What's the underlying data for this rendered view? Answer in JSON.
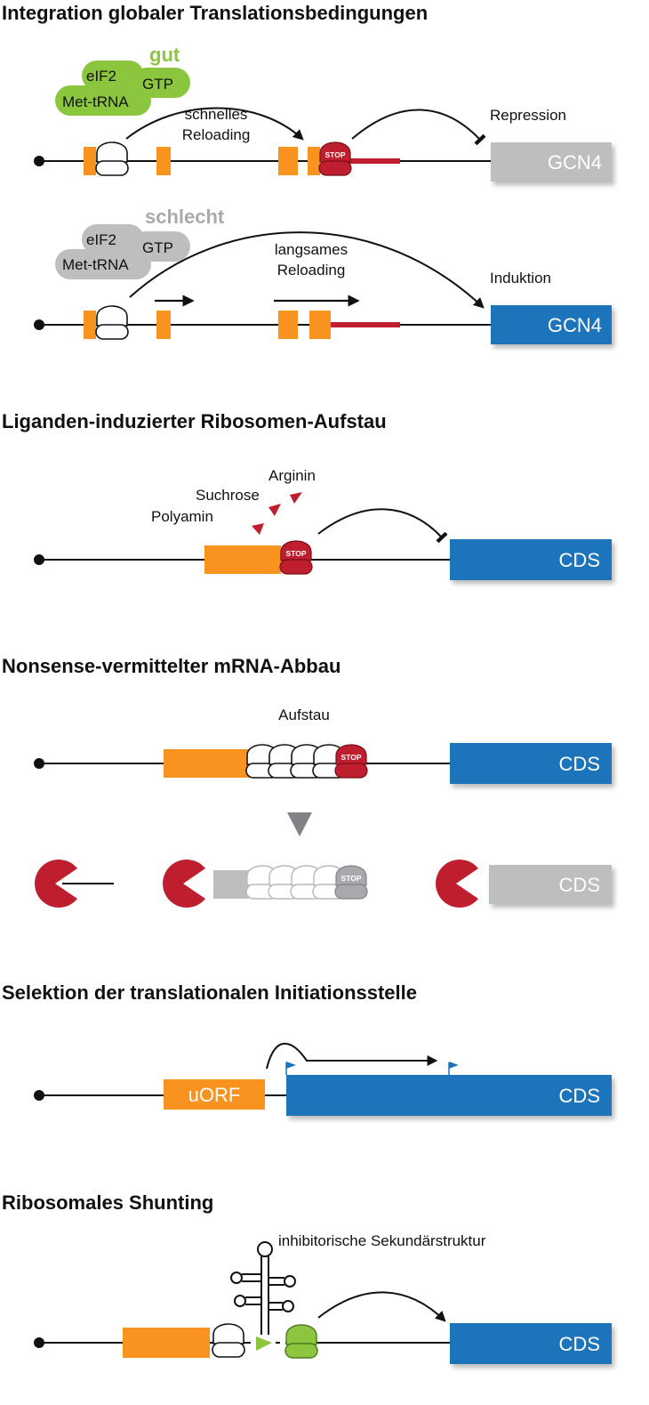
{
  "colors": {
    "orange": "#f7931e",
    "blue": "#1b75bb",
    "red": "#be1e2d",
    "green_factor": "#8cc63f",
    "gray_factor": "#bcbec0",
    "gray_box": "#bcbec0",
    "gray_stop": "#a7a9ac",
    "ribosome_green": "#8cc63f"
  },
  "icons": [
    "ribosome-icon",
    "stop-ribosome-icon",
    "pacman-exonuclease-icon",
    "hairpin-structure-icon",
    "arrow-icon",
    "flag-icon",
    "triangle-icon"
  ],
  "section1": {
    "title": "Integration globaler Translationsbedingungen",
    "good": {
      "quality": "gut",
      "eif2": "eIF2",
      "gtp": "GTP",
      "mettrna": "Met-tRNA",
      "reload": [
        "schnelles",
        "Reloading"
      ],
      "effect": "Repression",
      "gene": "GCN4",
      "stop": "STOP"
    },
    "bad": {
      "quality": "schlecht",
      "eif2": "eIF2",
      "gtp": "GTP",
      "mettrna": "Met-tRNA",
      "reload": [
        "langsames",
        "Reloading"
      ],
      "effect": "Induktion",
      "gene": "GCN4"
    }
  },
  "section2": {
    "title": "Liganden-induzierter Ribosomen-Aufstau",
    "ligands": [
      "Arginin",
      "Suchrose",
      "Polyamin"
    ],
    "stop": "STOP",
    "gene": "CDS"
  },
  "section3": {
    "title": "Nonsense-vermittelter mRNA-Abbau",
    "label": "Aufstau",
    "stop": "STOP",
    "gene": "CDS",
    "gene_degraded": "CDS"
  },
  "section4": {
    "title": "Selektion der translationalen Initiationsstelle",
    "uorf": "uORF",
    "gene": "CDS"
  },
  "section5": {
    "title": "Ribosomales Shunting",
    "label": "inhibitorische Sekundärstruktur",
    "gene": "CDS"
  }
}
